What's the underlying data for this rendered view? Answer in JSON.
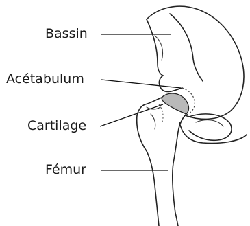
{
  "labels": {
    "pelvis": "Bassin",
    "acetabulum": "Acétabulum",
    "cartilage": "Cartilage",
    "femur": "Fémur"
  },
  "colors": {
    "outline": "#222222",
    "cartilage_fill": "#b9b9b9"
  }
}
